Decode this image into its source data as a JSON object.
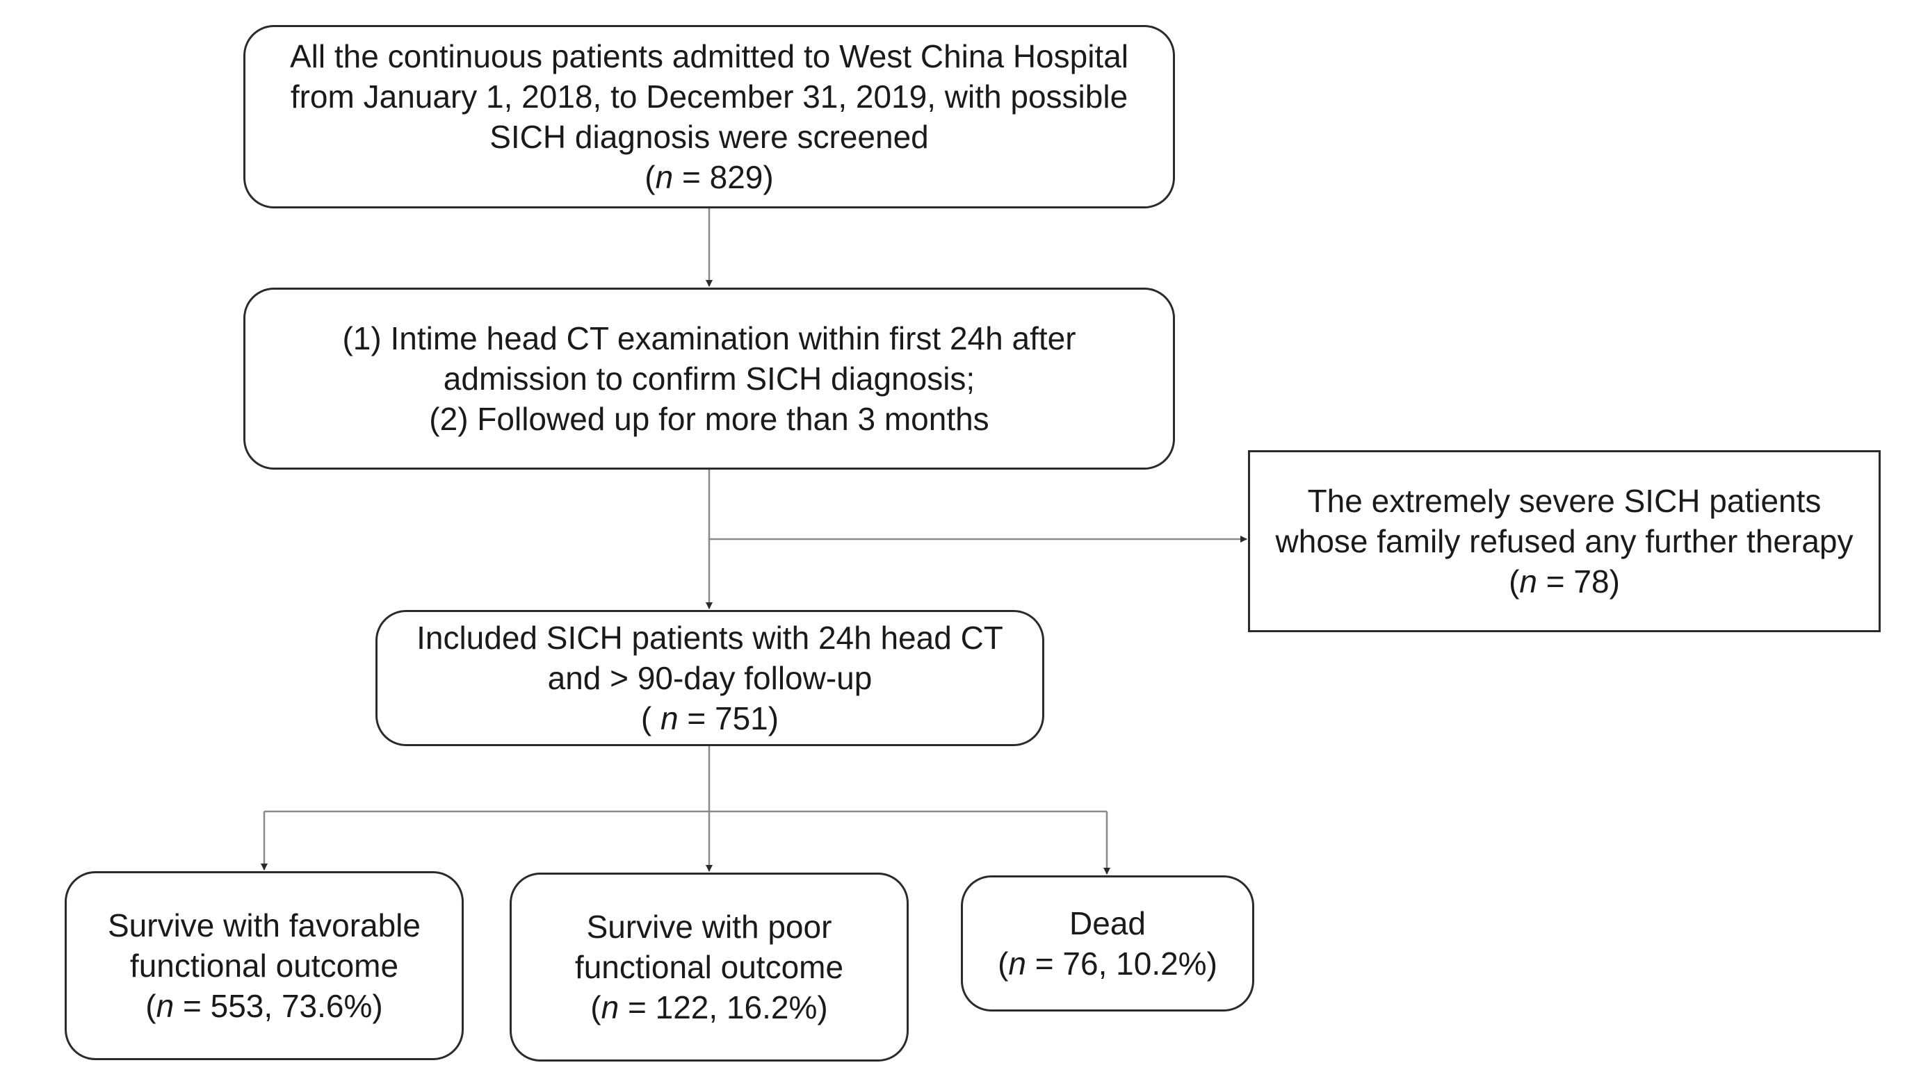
{
  "boxes": {
    "screened": {
      "lines": [
        "All the continuous patients admitted to West China Hospital",
        "from January 1, 2018, to December 31, 2019, with possible",
        "SICH diagnosis were screened"
      ],
      "n_open": "(",
      "n_symbol": "n",
      "n_rest": " = 829)"
    },
    "criteria": {
      "lines": [
        "(1) Intime head CT examination within first 24h after",
        "admission to confirm SICH diagnosis;",
        "(2) Followed up for more than 3 months"
      ]
    },
    "excluded": {
      "lines": [
        "The extremely severe SICH patients",
        "whose family refused any further therapy"
      ],
      "n_open": "(",
      "n_symbol": "n",
      "n_rest": " = 78)"
    },
    "included": {
      "lines": [
        "Included SICH patients with 24h head CT",
        "and > 90-day follow-up"
      ],
      "n_open": "( ",
      "n_symbol": "n",
      "n_rest": " = 751)"
    },
    "favorable": {
      "lines": [
        "Survive with favorable",
        "functional outcome"
      ],
      "n_open": "(",
      "n_symbol": "n",
      "n_rest": " = 553, 73.6%)"
    },
    "poor": {
      "lines": [
        "Survive with poor",
        "functional outcome"
      ],
      "n_open": "(",
      "n_symbol": "n",
      "n_rest": " = 122, 16.2%)"
    },
    "dead": {
      "lines": [
        "Dead"
      ],
      "n_open": "(",
      "n_symbol": "n",
      "n_rest": " = 76, 10.2%)"
    }
  },
  "colors": {
    "border": "#2b2b2b",
    "connector": "#8a8a8a",
    "arrowhead": "#2b2b2b",
    "text": "#1a1a1a"
  }
}
